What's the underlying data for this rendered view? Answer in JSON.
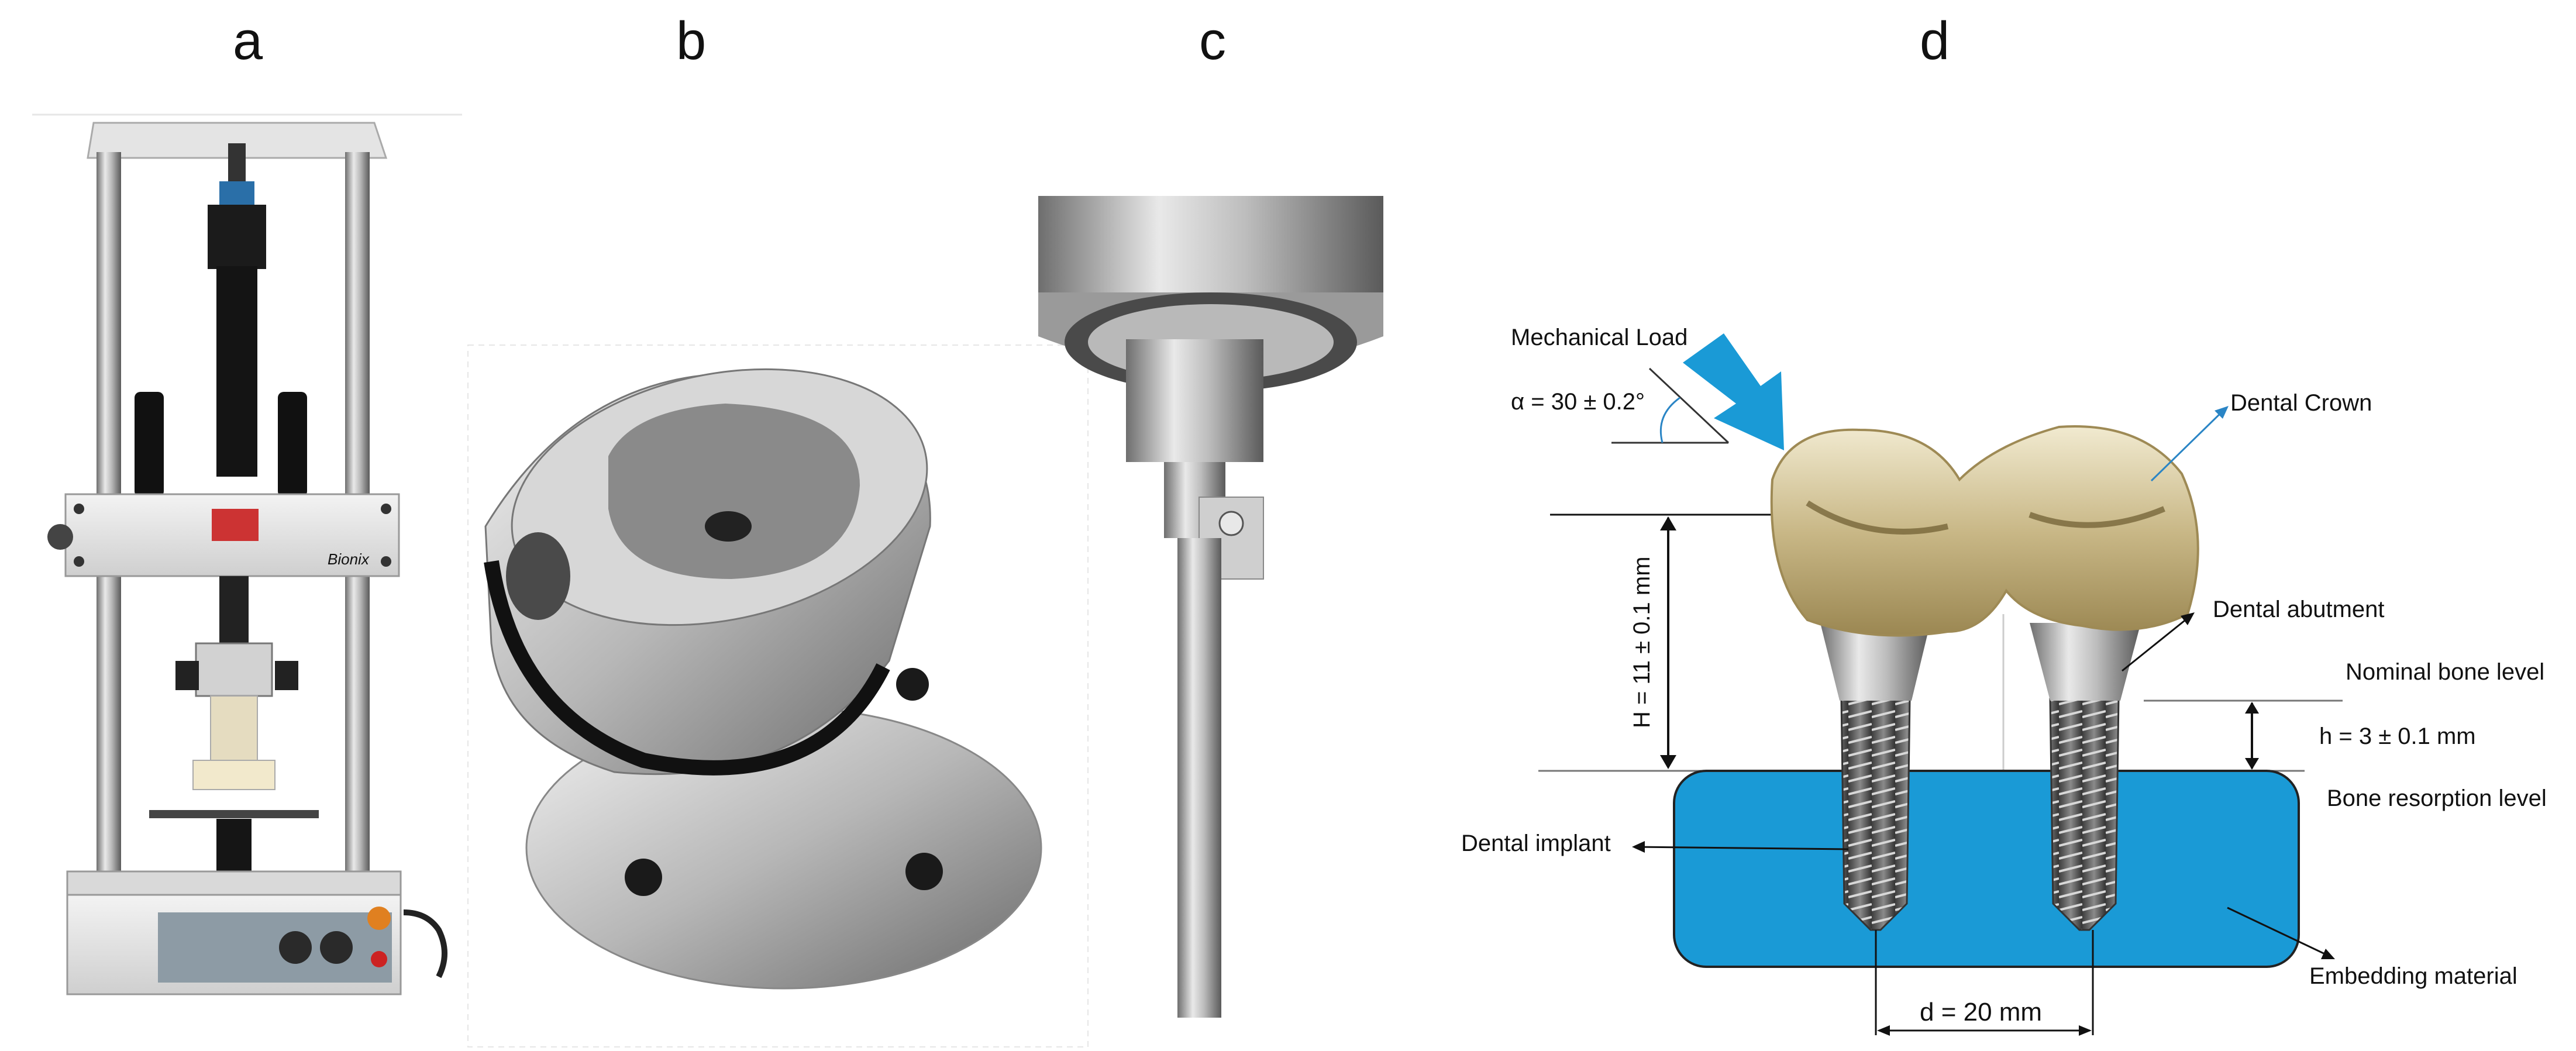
{
  "panels": {
    "a": {
      "letter": "a"
    },
    "b": {
      "letter": "b"
    },
    "c": {
      "letter": "c"
    },
    "d": {
      "letter": "d"
    }
  },
  "diagram_d": {
    "load_label": "Mechanical Load",
    "angle_label": "α = 30 ± 0.2°",
    "crown_label": "Dental Crown",
    "abutment_label": "Dental abutment",
    "nominal_bone_label": "Nominal bone level",
    "h_label": "h = 3 ± 0.1 mm",
    "resorption_label": "Bone resorption level",
    "implant_label": "Dental implant",
    "embedding_label": "Embedding material",
    "H_label": "H = 11 ± 0.1 mm",
    "d_label": "d = 20 mm"
  },
  "colors": {
    "embedding": "#1a9ad6",
    "load_arrow": "#1a9ad6",
    "crown_arrow": "#3399cc"
  },
  "images": {
    "a": "universal testing machine (Bionix)",
    "b": "angled specimen fixture",
    "c": "loading stylus / rod",
    "d": "two-implant bridge specimen"
  }
}
